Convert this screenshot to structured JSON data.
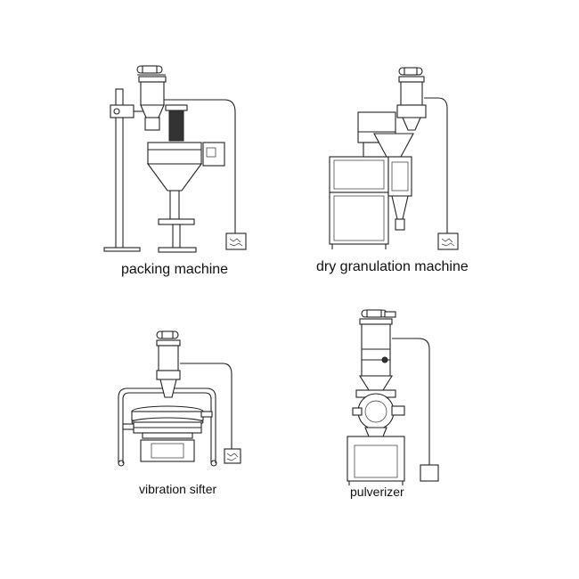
{
  "machines": [
    {
      "label": "packing machine"
    },
    {
      "label": "dry granulation machine"
    },
    {
      "label": "vibration sifter"
    },
    {
      "label": "pulverizer"
    }
  ],
  "colors": {
    "line": "#222222",
    "background": "#ffffff"
  }
}
